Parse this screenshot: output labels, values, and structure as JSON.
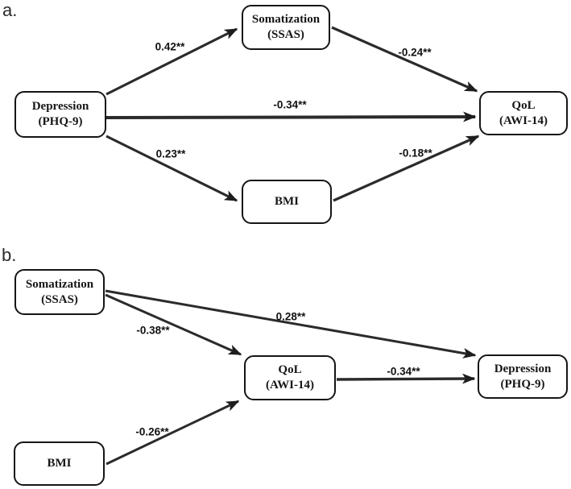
{
  "figure": {
    "type": "path-mediation-diagram",
    "background_color": "#ffffff",
    "ink_color": "#1a1a1a"
  },
  "panels": {
    "a": {
      "label": "a.",
      "boxes": {
        "depression": {
          "line1": "Depression",
          "line2": "(PHQ-9)"
        },
        "somatization": {
          "line1": "Somatization",
          "line2": "(SSAS)"
        },
        "bmi": {
          "line1": "BMI"
        },
        "qol": {
          "line1": "QoL",
          "line2": "(AWI-14)"
        }
      },
      "edges": {
        "dep_to_som": "0.42**",
        "som_to_qol": "-0.24**",
        "dep_to_qol": "-0.34**",
        "dep_to_bmi": "0.23**",
        "bmi_to_qol": "-0.18**"
      }
    },
    "b": {
      "label": "b.",
      "boxes": {
        "somatization": {
          "line1": "Somatization",
          "line2": "(SSAS)"
        },
        "bmi": {
          "line1": "BMI"
        },
        "qol": {
          "line1": "QoL",
          "line2": "(AWI-14)"
        },
        "depression": {
          "line1": "Depression",
          "line2": "(PHQ-9)"
        }
      },
      "edges": {
        "som_to_dep": "0.28**",
        "som_to_qol": "-0.38**",
        "bmi_to_qol": "-0.26**",
        "qol_to_dep": "-0.34**"
      }
    }
  }
}
